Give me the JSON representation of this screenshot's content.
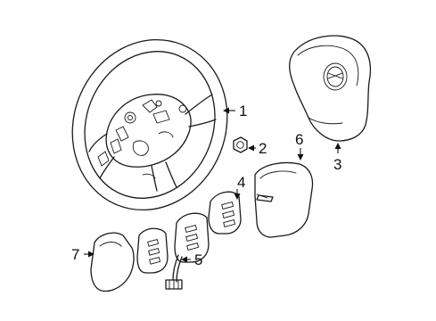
{
  "diagram": {
    "background": "#ffffff",
    "line_color": "#1a1a1a",
    "callouts": [
      {
        "id": "1",
        "label": "1",
        "part": "steering-wheel"
      },
      {
        "id": "2",
        "label": "2",
        "part": "nut"
      },
      {
        "id": "3",
        "label": "3",
        "part": "airbag-module"
      },
      {
        "id": "4",
        "label": "4",
        "part": "switch-bezel"
      },
      {
        "id": "5",
        "label": "5",
        "part": "switch-assembly"
      },
      {
        "id": "6",
        "label": "6",
        "part": "rear-cover"
      },
      {
        "id": "7",
        "label": "7",
        "part": "lower-cover"
      }
    ]
  }
}
